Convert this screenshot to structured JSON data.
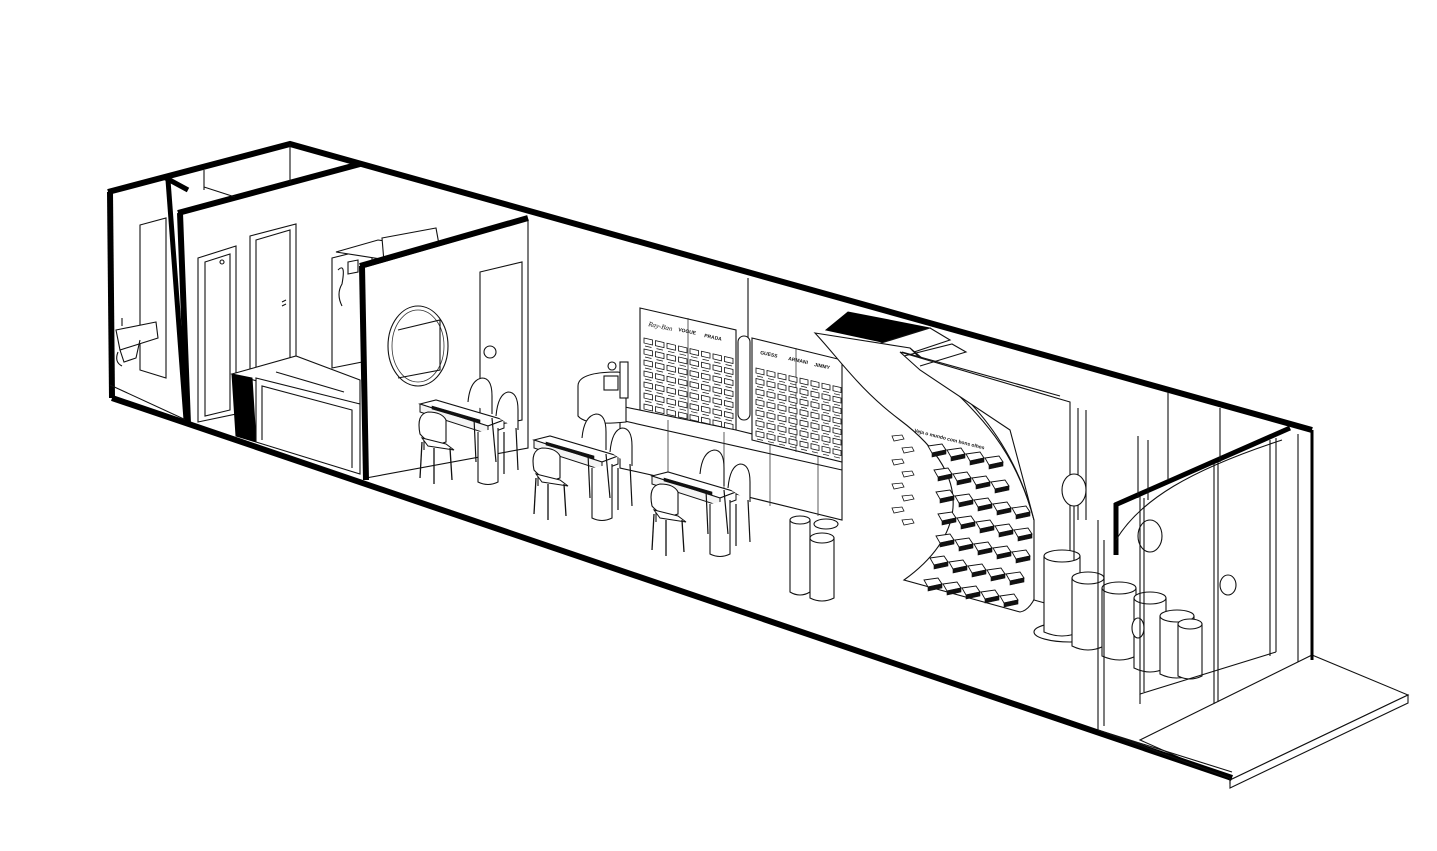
{
  "drawing": {
    "type": "isometric line drawing",
    "subject": "optical retail store interior",
    "line_color": "#000000",
    "background_color": "#ffffff"
  },
  "display_wall_left": {
    "brands": [
      "Ray-Ban",
      "VOGUE",
      "PRADA"
    ]
  },
  "display_wall_right": {
    "brands": [
      "GUESS",
      "ARMANI",
      "JIMMY"
    ]
  },
  "curved_display": {
    "caption": "Veja o mundo com bons olhos"
  }
}
